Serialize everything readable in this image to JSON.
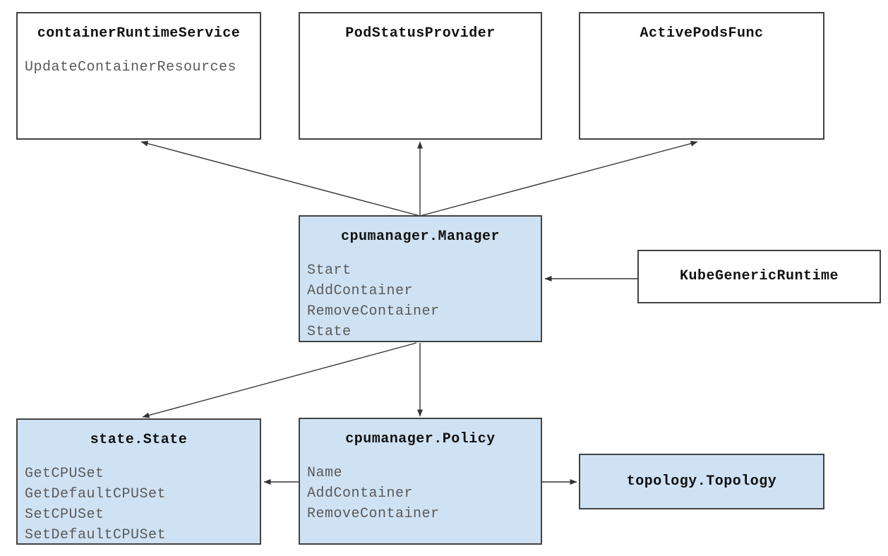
{
  "diagram": {
    "type": "architecture-diagram",
    "colors": {
      "node_fill_plain": "#ffffff",
      "node_fill_highlight": "#cfe2f3",
      "node_border": "#424242",
      "title_color": "#111111",
      "method_color": "#5a5a5a",
      "edge_color": "#333333",
      "background": "#ffffff"
    },
    "nodes": [
      {
        "id": "containerRuntimeService",
        "title": "containerRuntimeService",
        "methods": [
          "UpdateContainerResources"
        ],
        "style": "plain"
      },
      {
        "id": "PodStatusProvider",
        "title": "PodStatusProvider",
        "methods": [],
        "style": "plain"
      },
      {
        "id": "ActivePodsFunc",
        "title": "ActivePodsFunc",
        "methods": [],
        "style": "plain"
      },
      {
        "id": "cpumanager.Manager",
        "title": "cpumanager.Manager",
        "methods": [
          "Start",
          "AddContainer",
          "RemoveContainer",
          "State"
        ],
        "style": "highlight"
      },
      {
        "id": "KubeGenericRuntime",
        "title": "KubeGenericRuntime",
        "methods": [],
        "style": "plain"
      },
      {
        "id": "state.State",
        "title": "state.State",
        "methods": [
          "GetCPUSet",
          "GetDefaultCPUSet",
          "SetCPUSet",
          "SetDefaultCPUSet"
        ],
        "style": "highlight"
      },
      {
        "id": "cpumanager.Policy",
        "title": "cpumanager.Policy",
        "methods": [
          "Name",
          "AddContainer",
          "RemoveContainer"
        ],
        "style": "highlight"
      },
      {
        "id": "topology.Topology",
        "title": "topology.Topology",
        "methods": [],
        "style": "highlight"
      }
    ],
    "edges": [
      {
        "from": "cpumanager.Manager",
        "to": "containerRuntimeService"
      },
      {
        "from": "cpumanager.Manager",
        "to": "PodStatusProvider"
      },
      {
        "from": "cpumanager.Manager",
        "to": "ActivePodsFunc"
      },
      {
        "from": "KubeGenericRuntime",
        "to": "cpumanager.Manager"
      },
      {
        "from": "cpumanager.Manager",
        "to": "state.State"
      },
      {
        "from": "cpumanager.Manager",
        "to": "cpumanager.Policy"
      },
      {
        "from": "cpumanager.Policy",
        "to": "state.State"
      },
      {
        "from": "cpumanager.Policy",
        "to": "topology.Topology"
      }
    ]
  }
}
